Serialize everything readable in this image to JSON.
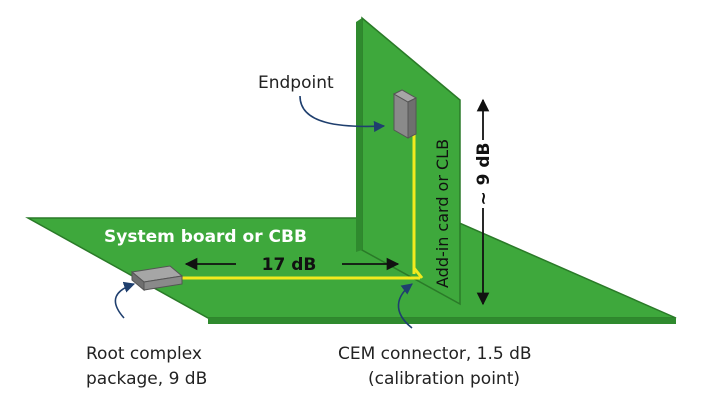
{
  "labels": {
    "endpoint": "Endpoint",
    "system_board": "System board or CBB",
    "board_trace_loss": "17 dB",
    "addin_card": "Add-in card or CLB",
    "card_loss": "~ 9 dB",
    "root_complex_line1": "Root complex",
    "root_complex_line2": "package, 9 dB",
    "cem_line1": "CEM connector, 1.5 dB",
    "cem_line2": "(calibration point)"
  },
  "colors": {
    "board_top": "#3ea83c",
    "board_edge": "#2f8a2e",
    "board_outline": "#2a7a28",
    "trace": "#f2ea1e",
    "package": "#8a8a8a",
    "leader": "#1f3f6e",
    "dimension": "#111111"
  }
}
